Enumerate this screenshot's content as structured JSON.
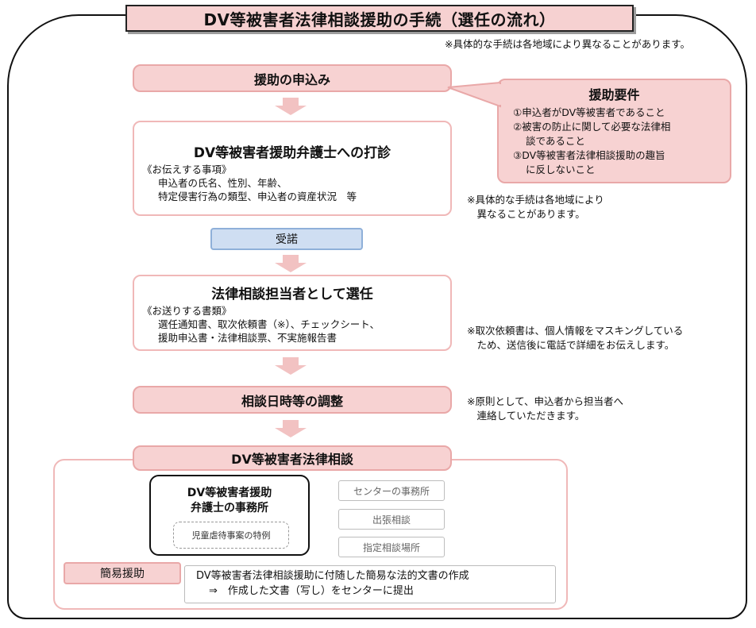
{
  "title": "DV等被害者法律相談援助の手続（選任の流れ）",
  "top_note": "※具体的な手続は各地域により異なることがあります。",
  "steps": {
    "application": "援助の申込み",
    "sounding": {
      "heading": "DV等被害者援助弁護士への打診",
      "sub_heading": "《お伝えする事項》",
      "lines": [
        "申込者の氏名、性別、年齢、",
        "特定侵害行為の類型、申込者の資産状況　等"
      ]
    },
    "acceptance": "受諾",
    "appointment": {
      "heading": "法律相談担当者として選任",
      "sub_heading": "《お送りする書類》",
      "lines": [
        "選任通知書、取次依頼書（※）、チェックシート、",
        "援助申込書・法律相談票、不実施報告書"
      ]
    },
    "scheduling": "相談日時等の調整",
    "consultation": {
      "heading": "DV等被害者法律相談",
      "office_title_1": "DV等被害者援助",
      "office_title_2": "弁護士の事務所",
      "special_case": "児童虐待事案の特例",
      "locations": [
        "センターの事務所",
        "出張相談",
        "指定相談場所"
      ],
      "simple_aid_label": "簡易援助",
      "simple_aid_lines": [
        "DV等被害者法律相談援助に付随した簡易な法的文書の作成",
        "⇒　作成した文書（写し）をセンターに提出"
      ]
    }
  },
  "requirements": {
    "title": "援助要件",
    "items": [
      "①申込者がDV等被害者であること",
      "②被害の防止に関して必要な法律相",
      "談であること",
      "③DV等被害者法律相談援助の趣旨",
      "に反しないこと"
    ]
  },
  "side_notes": {
    "note1": "※具体的な手続は各地域により\n　異なることがあります。",
    "note2": "※取次依頼書は、個人情報をマスキングしている\n　ため、送信後に電話で詳細をお伝えします。",
    "note3": "※原則として、申込者から担当者へ\n　連絡していただきます。"
  },
  "colors": {
    "pink_fill": "#f7d2d2",
    "pink_border": "#f0b8b8",
    "blue_fill": "#cfdef2",
    "arrow": "#f2c2c2"
  }
}
